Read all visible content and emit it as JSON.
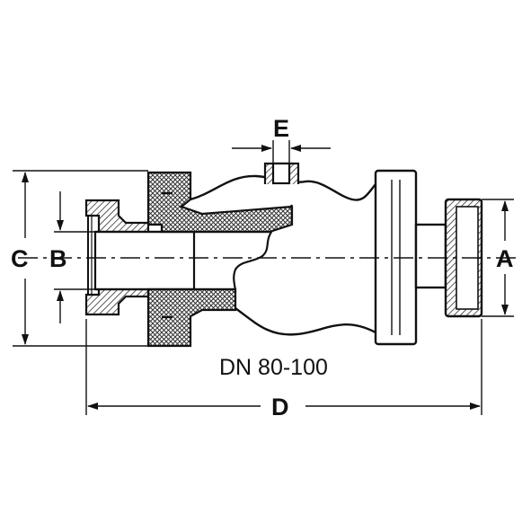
{
  "diagram": {
    "labels": {
      "a": "A",
      "b": "B",
      "c": "C",
      "d": "D",
      "e": "E"
    },
    "caption": "DN 80-100",
    "colors": {
      "line": "#111111",
      "background": "#ffffff",
      "hatch": "#333333"
    }
  }
}
